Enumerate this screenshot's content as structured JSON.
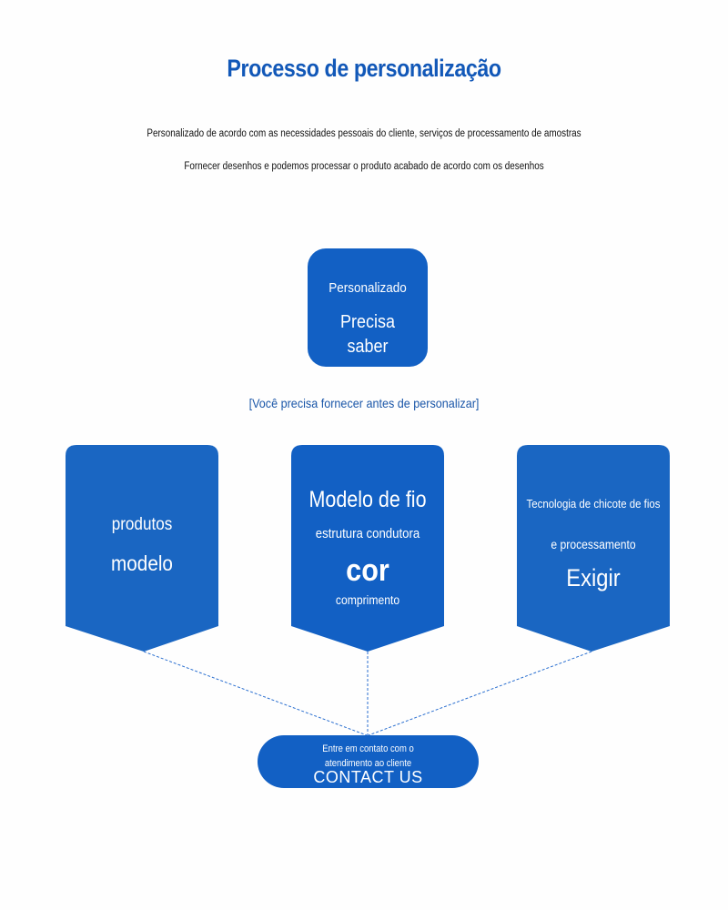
{
  "header": {
    "title": "Processo de personalização",
    "subtitle_1": "Personalizado de acordo com as necessidades pessoais do cliente, serviços de processamento de amostras",
    "subtitle_2": "Fornecer desenhos e podemos processar o produto acabado de acordo com os desenhos"
  },
  "center": {
    "label": "Personalizado",
    "title_line1": "Precisa",
    "title_line2": "saber"
  },
  "note": "[Você precisa fornecer antes de personalizar]",
  "cards": [
    {
      "lines": [
        "produtos",
        "modelo"
      ]
    },
    {
      "lines": [
        "Modelo de fio",
        "estrutura condutora",
        "cor",
        "comprimento"
      ]
    },
    {
      "lines": [
        "Tecnologia de chicote de fios",
        "e processamento",
        "Exigir"
      ]
    }
  ],
  "contact": {
    "line1": "Entre em contato com o",
    "line2": "atendimento ao cliente",
    "cta": "CONTACT US"
  },
  "colors": {
    "primary": "#1260c4",
    "card_light": "#1a66c2",
    "title": "#1258b8",
    "connector": "#2a6fd0"
  }
}
